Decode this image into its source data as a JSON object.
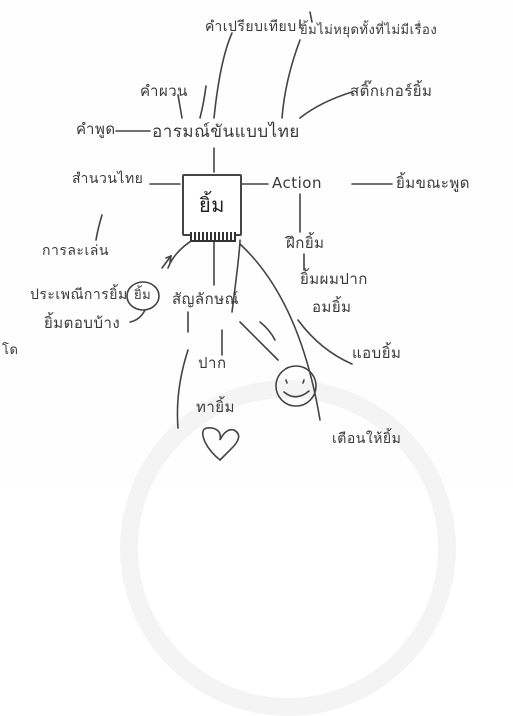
{
  "diagram": {
    "center": "ยิ้ม",
    "branches": {
      "thai_smile": "อารมณ์ขันแบบไทย",
      "words": "คำพูด",
      "phrases": "คำผวน",
      "rhymes": "คำเปรียบเทียบ",
      "laughing": "ยิ้มไม่หยุดทั้งที่ไม่มีเรื่อง",
      "sticker": "สติ๊กเกอร์ยิ้ม",
      "idioms": "สำนวนไทย",
      "play": "การละเล่น",
      "emotion": "Action",
      "emotion_detail": "ยิ้มขณะพูด",
      "practice": "ฝึกยิ้ม",
      "mouth_smile": "ยิ้มผมปาก",
      "mouth_shut": "อมยิ้ม",
      "sneak": "แอบยิ้ม",
      "proverb": "ประเพณีการยิ้ม",
      "proverb_circle": "ยิ้ม",
      "smile_back": "ยิ้มตอบบ้าง",
      "symbol": "สัญลักษณ์",
      "mouth": "ปาก",
      "smile_face": "ทายิ้ม",
      "make_smile": "เตือนให้ยิ้ม",
      "corner_mark": "โด"
    }
  }
}
